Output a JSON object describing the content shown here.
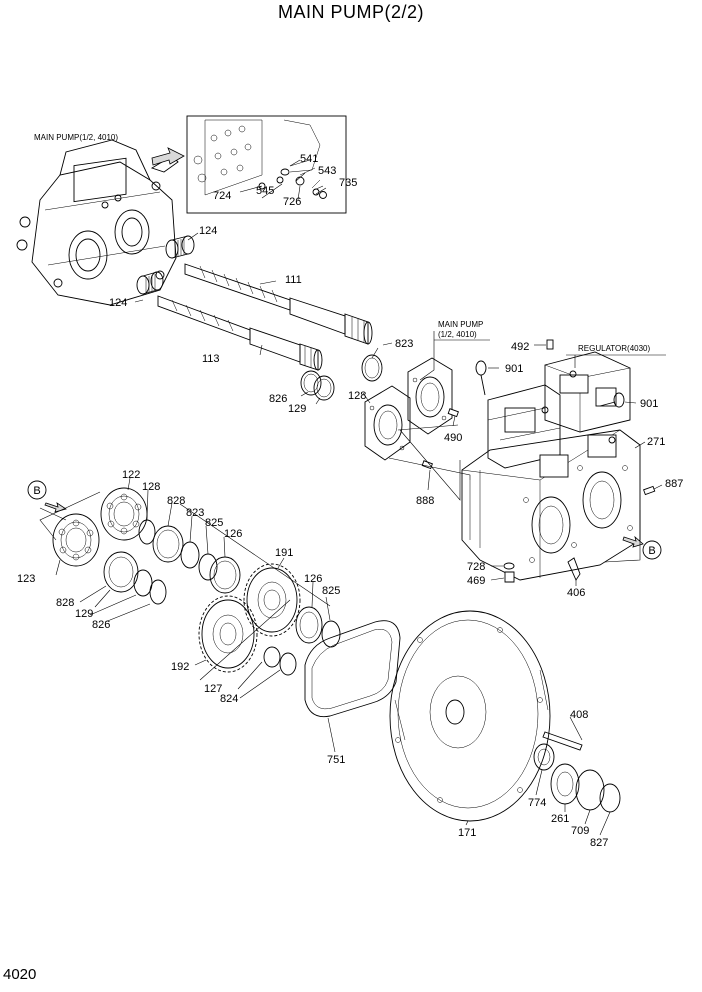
{
  "page": {
    "title": "MAIN PUMP(2/2)",
    "number": "4020"
  },
  "references": {
    "main_pump_top": "MAIN PUMP(1/2, 4010)",
    "main_pump_mid_line1": "MAIN PUMP",
    "main_pump_mid_line2": "(1/2, 4010)",
    "regulator": "REGULATOR(4030)"
  },
  "arrow_labels": {
    "b_left": "B",
    "b_right": "B"
  },
  "callouts": {
    "p541": "541",
    "p543": "543",
    "p545": "545",
    "p724": "724",
    "p726": "726",
    "p735": "735",
    "p124a": "124",
    "p124b": "124",
    "p111": "111",
    "p113": "113",
    "p823a": "823",
    "p826a": "826",
    "p129a": "129",
    "p128a": "128",
    "p492": "492",
    "p901a": "901",
    "p901b": "901",
    "p490": "490",
    "p271": "271",
    "p888": "888",
    "p887": "887",
    "p728": "728",
    "p469": "469",
    "p406": "406",
    "p122": "122",
    "p128b": "128",
    "p828a": "828",
    "p823b": "823",
    "p825a": "825",
    "p126a": "126",
    "p123": "123",
    "p828b": "828",
    "p129b": "129",
    "p826b": "826",
    "p191": "191",
    "p126b": "126",
    "p825b": "825",
    "p192": "192",
    "p127": "127",
    "p824": "824",
    "p751": "751",
    "p408": "408",
    "p774": "774",
    "p261": "261",
    "p709": "709",
    "p827": "827",
    "p171": "171"
  }
}
